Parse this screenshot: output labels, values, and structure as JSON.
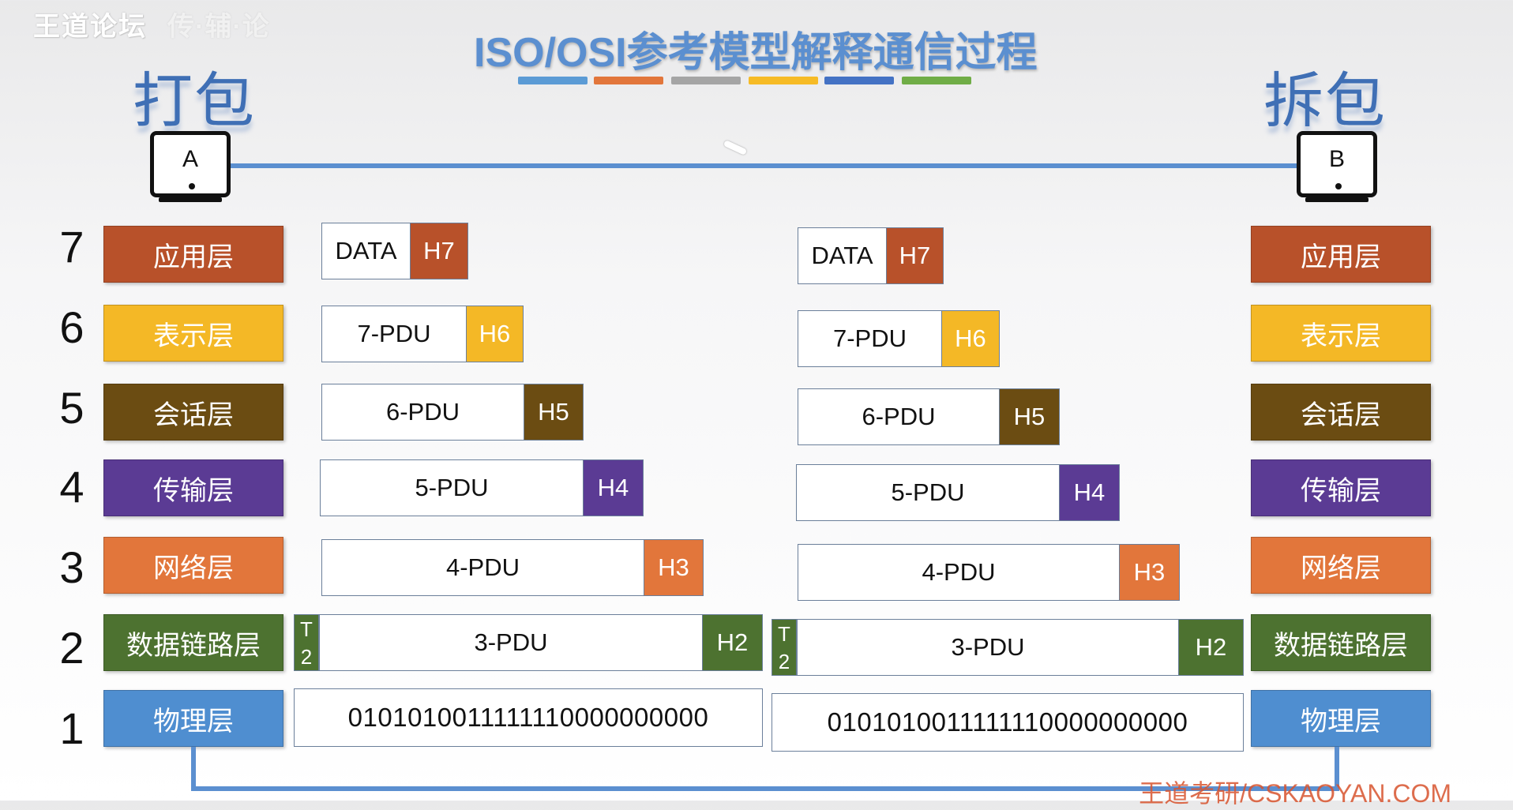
{
  "watermark": {
    "logo": "王道论坛",
    "logo2": "传·辅·论",
    "footer": "王道考研/CSKAOYAN.COM"
  },
  "title": "ISO/OSI参考模型解释通信过程",
  "title_bar_colors": [
    "#5b9bd5",
    "#e2763b",
    "#a5a5a5",
    "#f6bb26",
    "#4472c4",
    "#70ad47"
  ],
  "left_label": "打包",
  "right_label": "拆包",
  "host_a": "A",
  "host_b": "B",
  "layers": [
    {
      "num": "7",
      "name": "应用层",
      "color": "#b8512a",
      "pdu": "DATA",
      "header": "H7"
    },
    {
      "num": "6",
      "name": "表示层",
      "color": "#f4b826",
      "pdu": "7-PDU",
      "header": "H6"
    },
    {
      "num": "5",
      "name": "会话层",
      "color": "#6b4c12",
      "pdu": "6-PDU",
      "header": "H5"
    },
    {
      "num": "4",
      "name": "传输层",
      "color": "#5b3b94",
      "pdu": "5-PDU",
      "header": "H4"
    },
    {
      "num": "3",
      "name": "网络层",
      "color": "#e2763b",
      "pdu": "4-PDU",
      "header": "H3"
    },
    {
      "num": "2",
      "name": "数据链路层",
      "color": "#4d7230",
      "pdu": "3-PDU",
      "header": "H2",
      "trailer_top": "T",
      "trailer_bottom": "2"
    },
    {
      "num": "1",
      "name": "物理层",
      "color": "#4f8ed0",
      "bits": "0101010011111110000000000"
    }
  ]
}
